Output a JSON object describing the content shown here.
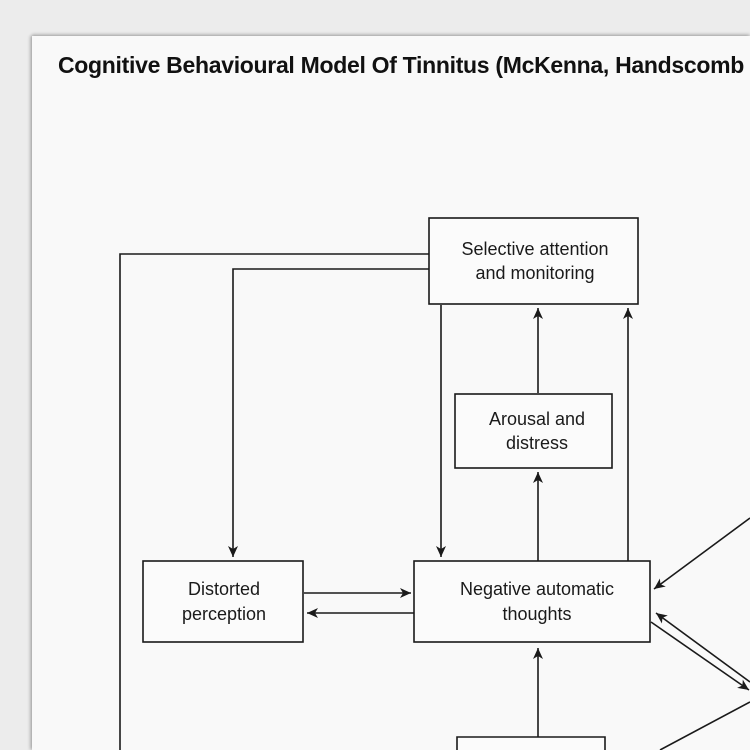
{
  "title": "Cognitive Behavioural Model Of Tinnitus (McKenna, Handscomb",
  "nodes": {
    "selective_attention": {
      "line1": "Selective attention",
      "line2": "and monitoring"
    },
    "arousal": {
      "line1": "Arousal and",
      "line2": "distress"
    },
    "distorted": {
      "line1": "Distorted",
      "line2": "perception"
    },
    "nat": {
      "line1": "Negative automatic",
      "line2": "thoughts"
    }
  },
  "colors": {
    "line": "#1a1a1a",
    "paper": "#f9f9f9",
    "background": "#ececec"
  }
}
